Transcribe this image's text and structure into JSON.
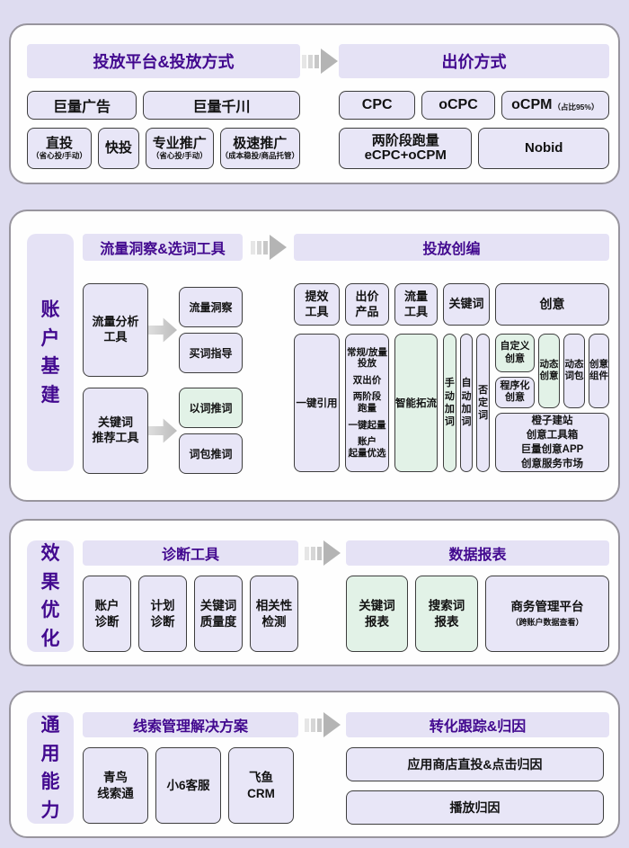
{
  "colors": {
    "page_bg": "#dedcf0",
    "panel_bg": "#fefefe",
    "panel_border": "#98959e",
    "lavender_box": "#e8e6f7",
    "header_bar": "#e5e2f5",
    "header_text": "#42098f",
    "green_box": "#e2f2e7",
    "box_border": "#3d3d3d",
    "arrow_gray": "#b4b4b4"
  },
  "section1": {
    "header_left": "投放平台&投放方式",
    "header_right": "出价方式",
    "platform_row1": [
      {
        "label": "巨量广告"
      },
      {
        "label": "巨量千川"
      }
    ],
    "platform_row2": [
      {
        "label": "直投",
        "sub": "（省心投/手动）"
      },
      {
        "label": "快投"
      },
      {
        "label": "专业推广",
        "sub": "（省心投/手动）"
      },
      {
        "label": "极速推广",
        "sub": "（成本稳投/商品托管）"
      }
    ],
    "bid_row1": [
      {
        "label": "CPC"
      },
      {
        "label": "oCPC"
      },
      {
        "label": "oCPM",
        "sub": "（占比95%）"
      }
    ],
    "bid_row2": [
      {
        "label": "两阶段跑量\neCPC+oCPM"
      },
      {
        "label": "Nobid"
      }
    ]
  },
  "section2": {
    "side_label": "账户基建",
    "header_left": "流量洞察&选词工具",
    "header_right": "投放创编",
    "groups": [
      {
        "source": "流量分析\n工具",
        "targets": [
          {
            "label": "流量洞察"
          },
          {
            "label": "买词指导"
          }
        ]
      },
      {
        "source": "关键词\n推荐工具",
        "targets": [
          {
            "label": "以词推词"
          },
          {
            "label": "词包推词"
          }
        ]
      }
    ],
    "columns": [
      {
        "header": "提效\n工具",
        "body": "一键引用"
      },
      {
        "header": "出价\n产品",
        "items": [
          "常规/放量\n投放",
          "双出价",
          "两阶段\n跑量",
          "一键起量",
          "账户\n起量优选"
        ]
      },
      {
        "header": "流量\n工具",
        "body": "智能拓流"
      },
      {
        "header": "关键词",
        "vertical_items": [
          {
            "label": "手动加词"
          },
          {
            "label": "自动加词"
          },
          {
            "label": "否定词"
          }
        ]
      },
      {
        "header": "创意",
        "creative": {
          "stack": [
            {
              "label": "自定义\n创意"
            },
            {
              "label": "程序化\n创意"
            }
          ],
          "talls": [
            {
              "label": "动态\n创意"
            },
            {
              "label": "动态\n词包"
            },
            {
              "label": "创意\n组件"
            }
          ],
          "footer": "橙子建站\n创意工具箱\n巨量创意APP\n创意服务市场"
        }
      }
    ]
  },
  "section3": {
    "side_label": "效果优化",
    "header_left": "诊断工具",
    "header_right": "数据报表",
    "left_boxes": [
      {
        "label": "账户\n诊断"
      },
      {
        "label": "计划\n诊断"
      },
      {
        "label": "关键词\n质量度"
      },
      {
        "label": "相关性\n检测"
      }
    ],
    "right_boxes": [
      {
        "label": "关键词\n报表"
      },
      {
        "label": "搜索词\n报表"
      },
      {
        "label": "商务管理平台",
        "sub": "（跨账户数据查看）"
      }
    ]
  },
  "section4": {
    "side_label": "通用能力",
    "header_left": "线索管理解决方案",
    "header_right": "转化跟踪&归因",
    "left_boxes": [
      {
        "label": "青鸟\n线索通"
      },
      {
        "label": "小6客服"
      },
      {
        "label": "飞鱼\nCRM"
      }
    ],
    "right_rows": [
      {
        "label": "应用商店直投&点击归因"
      },
      {
        "label": "播放归因"
      }
    ]
  }
}
